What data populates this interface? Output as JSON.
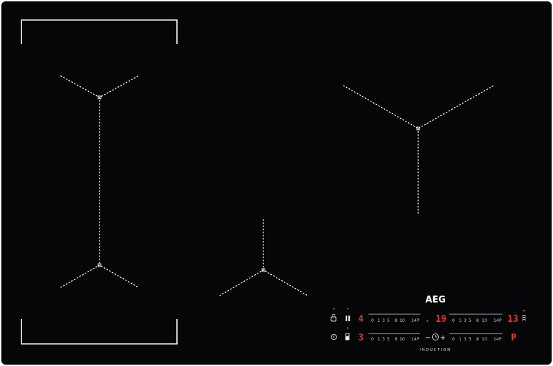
{
  "hob": {
    "brand": "AEG",
    "label": "INDUCTION"
  },
  "controls": {
    "top_row": {
      "left_display": "4",
      "slider_left_scale": [
        "0",
        "1",
        "3",
        "5",
        "8",
        "10",
        "14",
        "P"
      ],
      "timer_display": ". 19",
      "slider_right_scale": [
        "0",
        "1",
        "3",
        "5",
        "8",
        "10",
        "14",
        "P"
      ],
      "right_display": "13"
    },
    "bottom_row": {
      "left_display": "3",
      "slider_left_scale": [
        "0",
        "1",
        "3",
        "5",
        "8",
        "10",
        "14",
        "P"
      ],
      "timer_minus": "−",
      "timer_plus": "+",
      "slider_right_scale": [
        "0",
        "1",
        "3",
        "5",
        "8",
        "10",
        "14",
        "P"
      ],
      "right_display": "P"
    }
  },
  "icons": {
    "lock": "lock-icon",
    "power": "power-icon",
    "pause": "pause-icon",
    "bridge": "bridge-icon",
    "timer": "timer-icon",
    "hob2hood": "hob2hood-icon"
  },
  "colors": {
    "glass": "#050608",
    "display": "#e8322a",
    "markings": "#ffffff"
  }
}
